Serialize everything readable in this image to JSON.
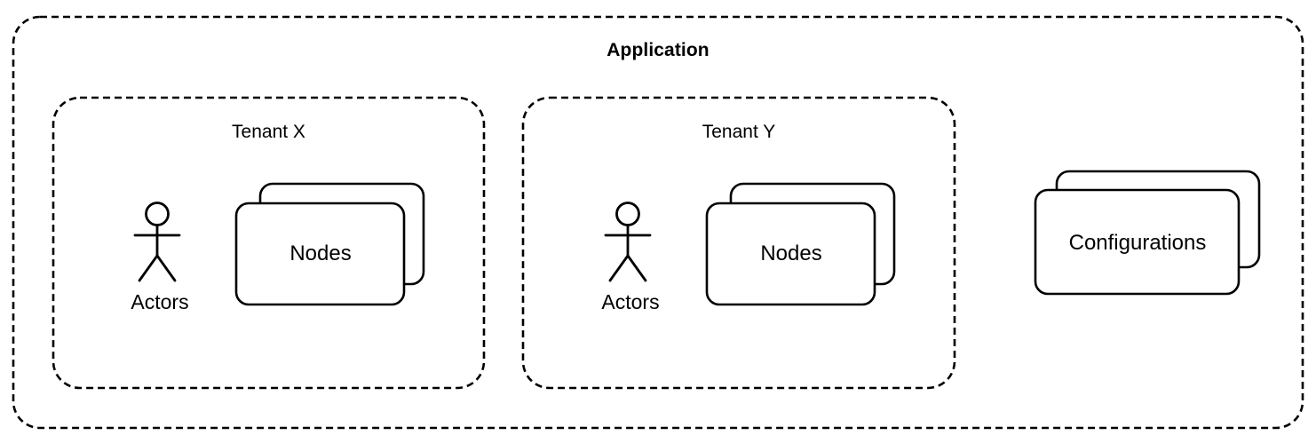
{
  "diagram": {
    "type": "architecture-block-diagram",
    "background_color": "#ffffff",
    "stroke_color": "#000000",
    "application": {
      "title": "Application",
      "border_style": "dashed",
      "shape": "rounded-rectangle"
    },
    "tenants": [
      {
        "title": "Tenant X",
        "border_style": "dashed",
        "shape": "rounded-rectangle",
        "actor": {
          "label": "Actors",
          "icon": "actor-stick-figure-icon"
        },
        "stack": {
          "label": "Nodes",
          "icon": "stacked-rounded-rectangles-icon",
          "count": 2
        }
      },
      {
        "title": "Tenant Y",
        "border_style": "dashed",
        "shape": "rounded-rectangle",
        "actor": {
          "label": "Actors",
          "icon": "actor-stick-figure-icon"
        },
        "stack": {
          "label": "Nodes",
          "icon": "stacked-rounded-rectangles-icon",
          "count": 2
        }
      }
    ],
    "shared": {
      "stack": {
        "label": "Configurations",
        "icon": "stacked-rounded-rectangles-icon",
        "count": 2
      }
    }
  }
}
